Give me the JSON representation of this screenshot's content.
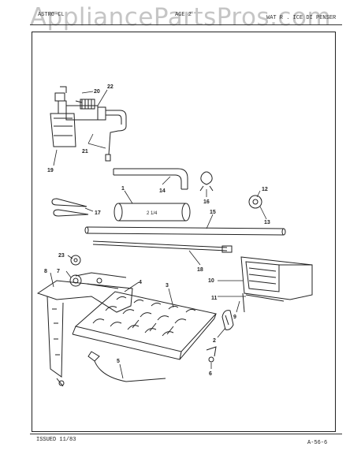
{
  "watermark": "AppliancePartsPros.com",
  "header": {
    "left": "ASTRO-CL",
    "mid": "AGE 2",
    "right": "WAT R . ICE DI PENSER"
  },
  "callouts": {
    "c1": "1",
    "c2": "2",
    "c3": "3",
    "c4": "4",
    "c5": "5",
    "c6": "6",
    "c7": "7",
    "c8": "8",
    "c9": "9",
    "c10": "10",
    "c11": "11",
    "c12": "12",
    "c13": "13",
    "c14": "14",
    "c15": "15",
    "c16": "16",
    "c17": "17",
    "c18": "18",
    "c19": "19",
    "c20": "20",
    "c21": "21",
    "c22": "22",
    "c23": "23"
  },
  "tube_marking": "2 1/4",
  "footer": {
    "issued": "ISSUED 11/83",
    "page_code": "A-56-6"
  }
}
